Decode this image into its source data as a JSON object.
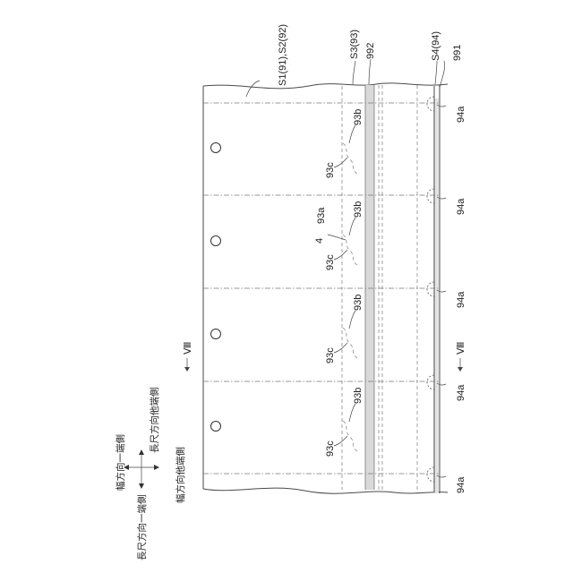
{
  "labels": {
    "s1s2": "S1(91),S2(92)",
    "s3": "S3(93)",
    "l992": "992",
    "s4": "S4(94)",
    "l991": "991",
    "ref4": "4",
    "ref93a": "93a",
    "ref93b": "93b",
    "ref93c": "93c",
    "ref94a": "94a",
    "section": "Ⅷ"
  },
  "direction_labels": {
    "width_one_end": "幅方向一端側",
    "width_other_end": "幅方向他端側",
    "long_one_end": "長尺方向一端側",
    "long_other_end": "長尺方向他端側"
  }
}
